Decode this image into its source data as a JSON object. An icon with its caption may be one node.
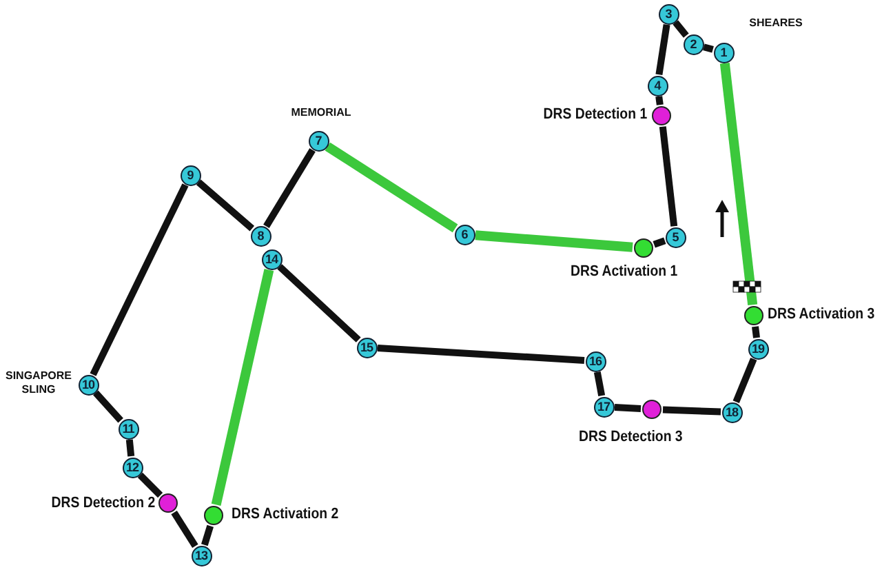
{
  "diagram": {
    "nodes": [
      {
        "text": [
          "1"
        ]
      },
      {
        "text": [
          "2"
        ]
      },
      {
        "text": [
          "3"
        ]
      },
      {
        "text": [
          "4"
        ]
      },
      {
        "text": [
          "5"
        ]
      },
      {
        "text": [
          "6"
        ]
      },
      {
        "text": [
          "7"
        ]
      },
      {
        "text": [
          "8"
        ]
      },
      {
        "text": [
          "9"
        ]
      },
      {
        "text": [
          "10"
        ]
      },
      {
        "text": [
          "11"
        ]
      },
      {
        "text": [
          "12"
        ]
      },
      {
        "text": [
          "13"
        ]
      },
      {
        "text": [
          "14"
        ]
      },
      {
        "text": [
          "15"
        ]
      },
      {
        "text": [
          "16"
        ]
      },
      {
        "text": [
          "17"
        ]
      },
      {
        "text": [
          "18"
        ]
      },
      {
        "text": [
          "19"
        ]
      },
      {
        "text": [],
        "shape": "circle",
        "beside": [
          "DRS Detection 1"
        ]
      },
      {
        "text": [],
        "shape": "circle",
        "beside": [
          "DRS Activation 1"
        ]
      },
      {
        "text": [],
        "shape": "circle",
        "beside": [
          "DRS Detection 2"
        ]
      },
      {
        "text": [],
        "shape": "circle",
        "beside": [
          "DRS Activation 2"
        ]
      },
      {
        "text": [],
        "shape": "circle",
        "beside": [
          "DRS Detection 3"
        ]
      },
      {
        "text": [],
        "shape": "circle",
        "beside": [
          "DRS Activation 3"
        ]
      }
    ],
    "edges": [
      {
        "from": 0,
        "to": 1,
        "arrow": "none"
      },
      {
        "from": 1,
        "to": 2,
        "arrow": "none"
      },
      {
        "from": 2,
        "to": 3,
        "arrow": "none"
      },
      {
        "from": 3,
        "to": 19,
        "arrow": "none"
      },
      {
        "from": 19,
        "to": 4,
        "arrow": "none"
      },
      {
        "from": 4,
        "to": 20,
        "arrow": "none"
      },
      {
        "from": 20,
        "to": 5,
        "arrow": "none",
        "color": "#3cc83c"
      },
      {
        "from": 5,
        "to": 6,
        "arrow": "none",
        "color": "#3cc83c"
      },
      {
        "from": 6,
        "to": 7,
        "arrow": "none"
      },
      {
        "from": 7,
        "to": 8,
        "arrow": "none"
      },
      {
        "from": 8,
        "to": 9,
        "arrow": "none"
      },
      {
        "from": 9,
        "to": 10,
        "arrow": "none"
      },
      {
        "from": 10,
        "to": 11,
        "arrow": "none"
      },
      {
        "from": 11,
        "to": 21,
        "arrow": "none"
      },
      {
        "from": 21,
        "to": 12,
        "arrow": "none"
      },
      {
        "from": 12,
        "to": 22,
        "arrow": "none"
      },
      {
        "from": 22,
        "to": 13,
        "arrow": "none",
        "color": "#3cc83c"
      },
      {
        "from": 13,
        "to": 14,
        "arrow": "none"
      },
      {
        "from": 14,
        "to": 15,
        "arrow": "none"
      },
      {
        "from": 15,
        "to": 16,
        "arrow": "none"
      },
      {
        "from": 16,
        "to": 23,
        "arrow": "none"
      },
      {
        "from": 23,
        "to": 17,
        "arrow": "none"
      },
      {
        "from": 17,
        "to": 18,
        "arrow": "none"
      },
      {
        "from": 18,
        "to": 24,
        "arrow": "none"
      },
      {
        "from": 24,
        "to": 0,
        "arrow": "none",
        "color": "#3cc83c"
      }
    ],
    "labels": [
      "SHEARES",
      "MEMORIAL",
      "SINGAPORE SLING"
    ]
  }
}
